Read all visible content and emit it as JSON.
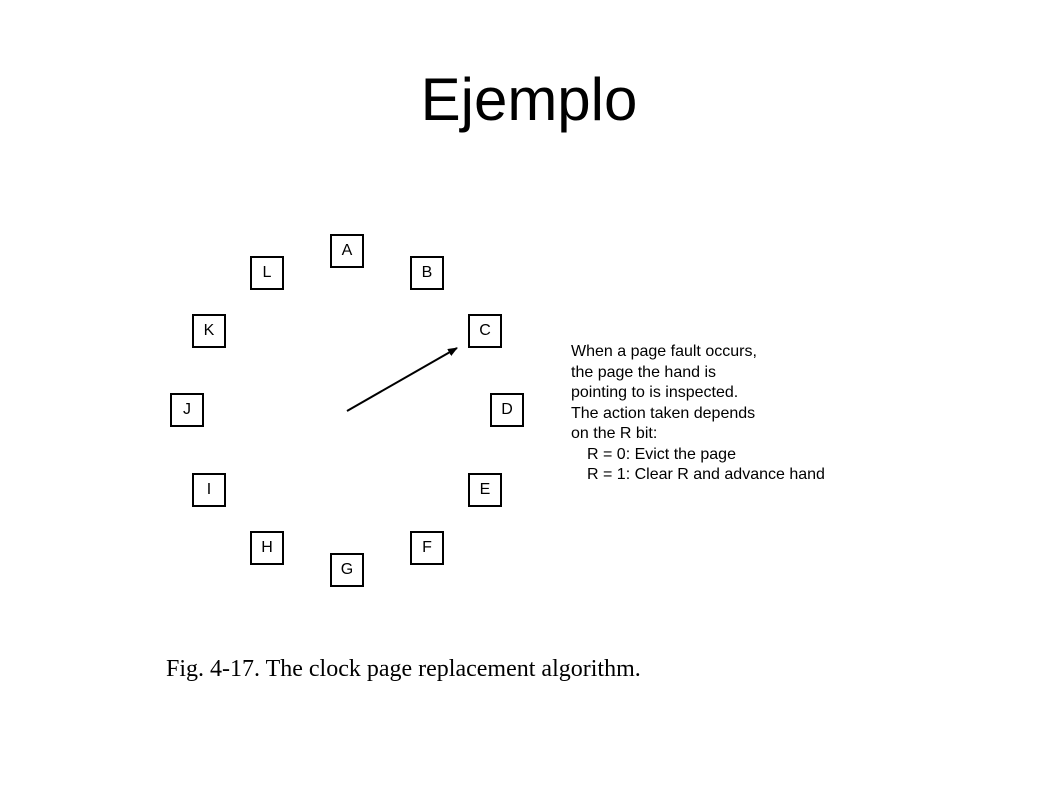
{
  "slide": {
    "title": "Ejemplo"
  },
  "clock": {
    "pages": {
      "a": "A",
      "b": "B",
      "c": "C",
      "d": "D",
      "e": "E",
      "f": "F",
      "g": "G",
      "h": "H",
      "i": "I",
      "j": "J",
      "k": "K",
      "l": "L"
    },
    "hand_points_to": "C"
  },
  "description": {
    "line1": "When a page fault occurs,",
    "line2": "the page the hand is",
    "line3": "pointing to is inspected.",
    "line4": "The action taken depends",
    "line5": "on the R bit:",
    "rule1": "R = 0: Evict the page",
    "rule2": "R = 1: Clear R and advance hand"
  },
  "caption": "Fig. 4-17. The clock page replacement algorithm."
}
